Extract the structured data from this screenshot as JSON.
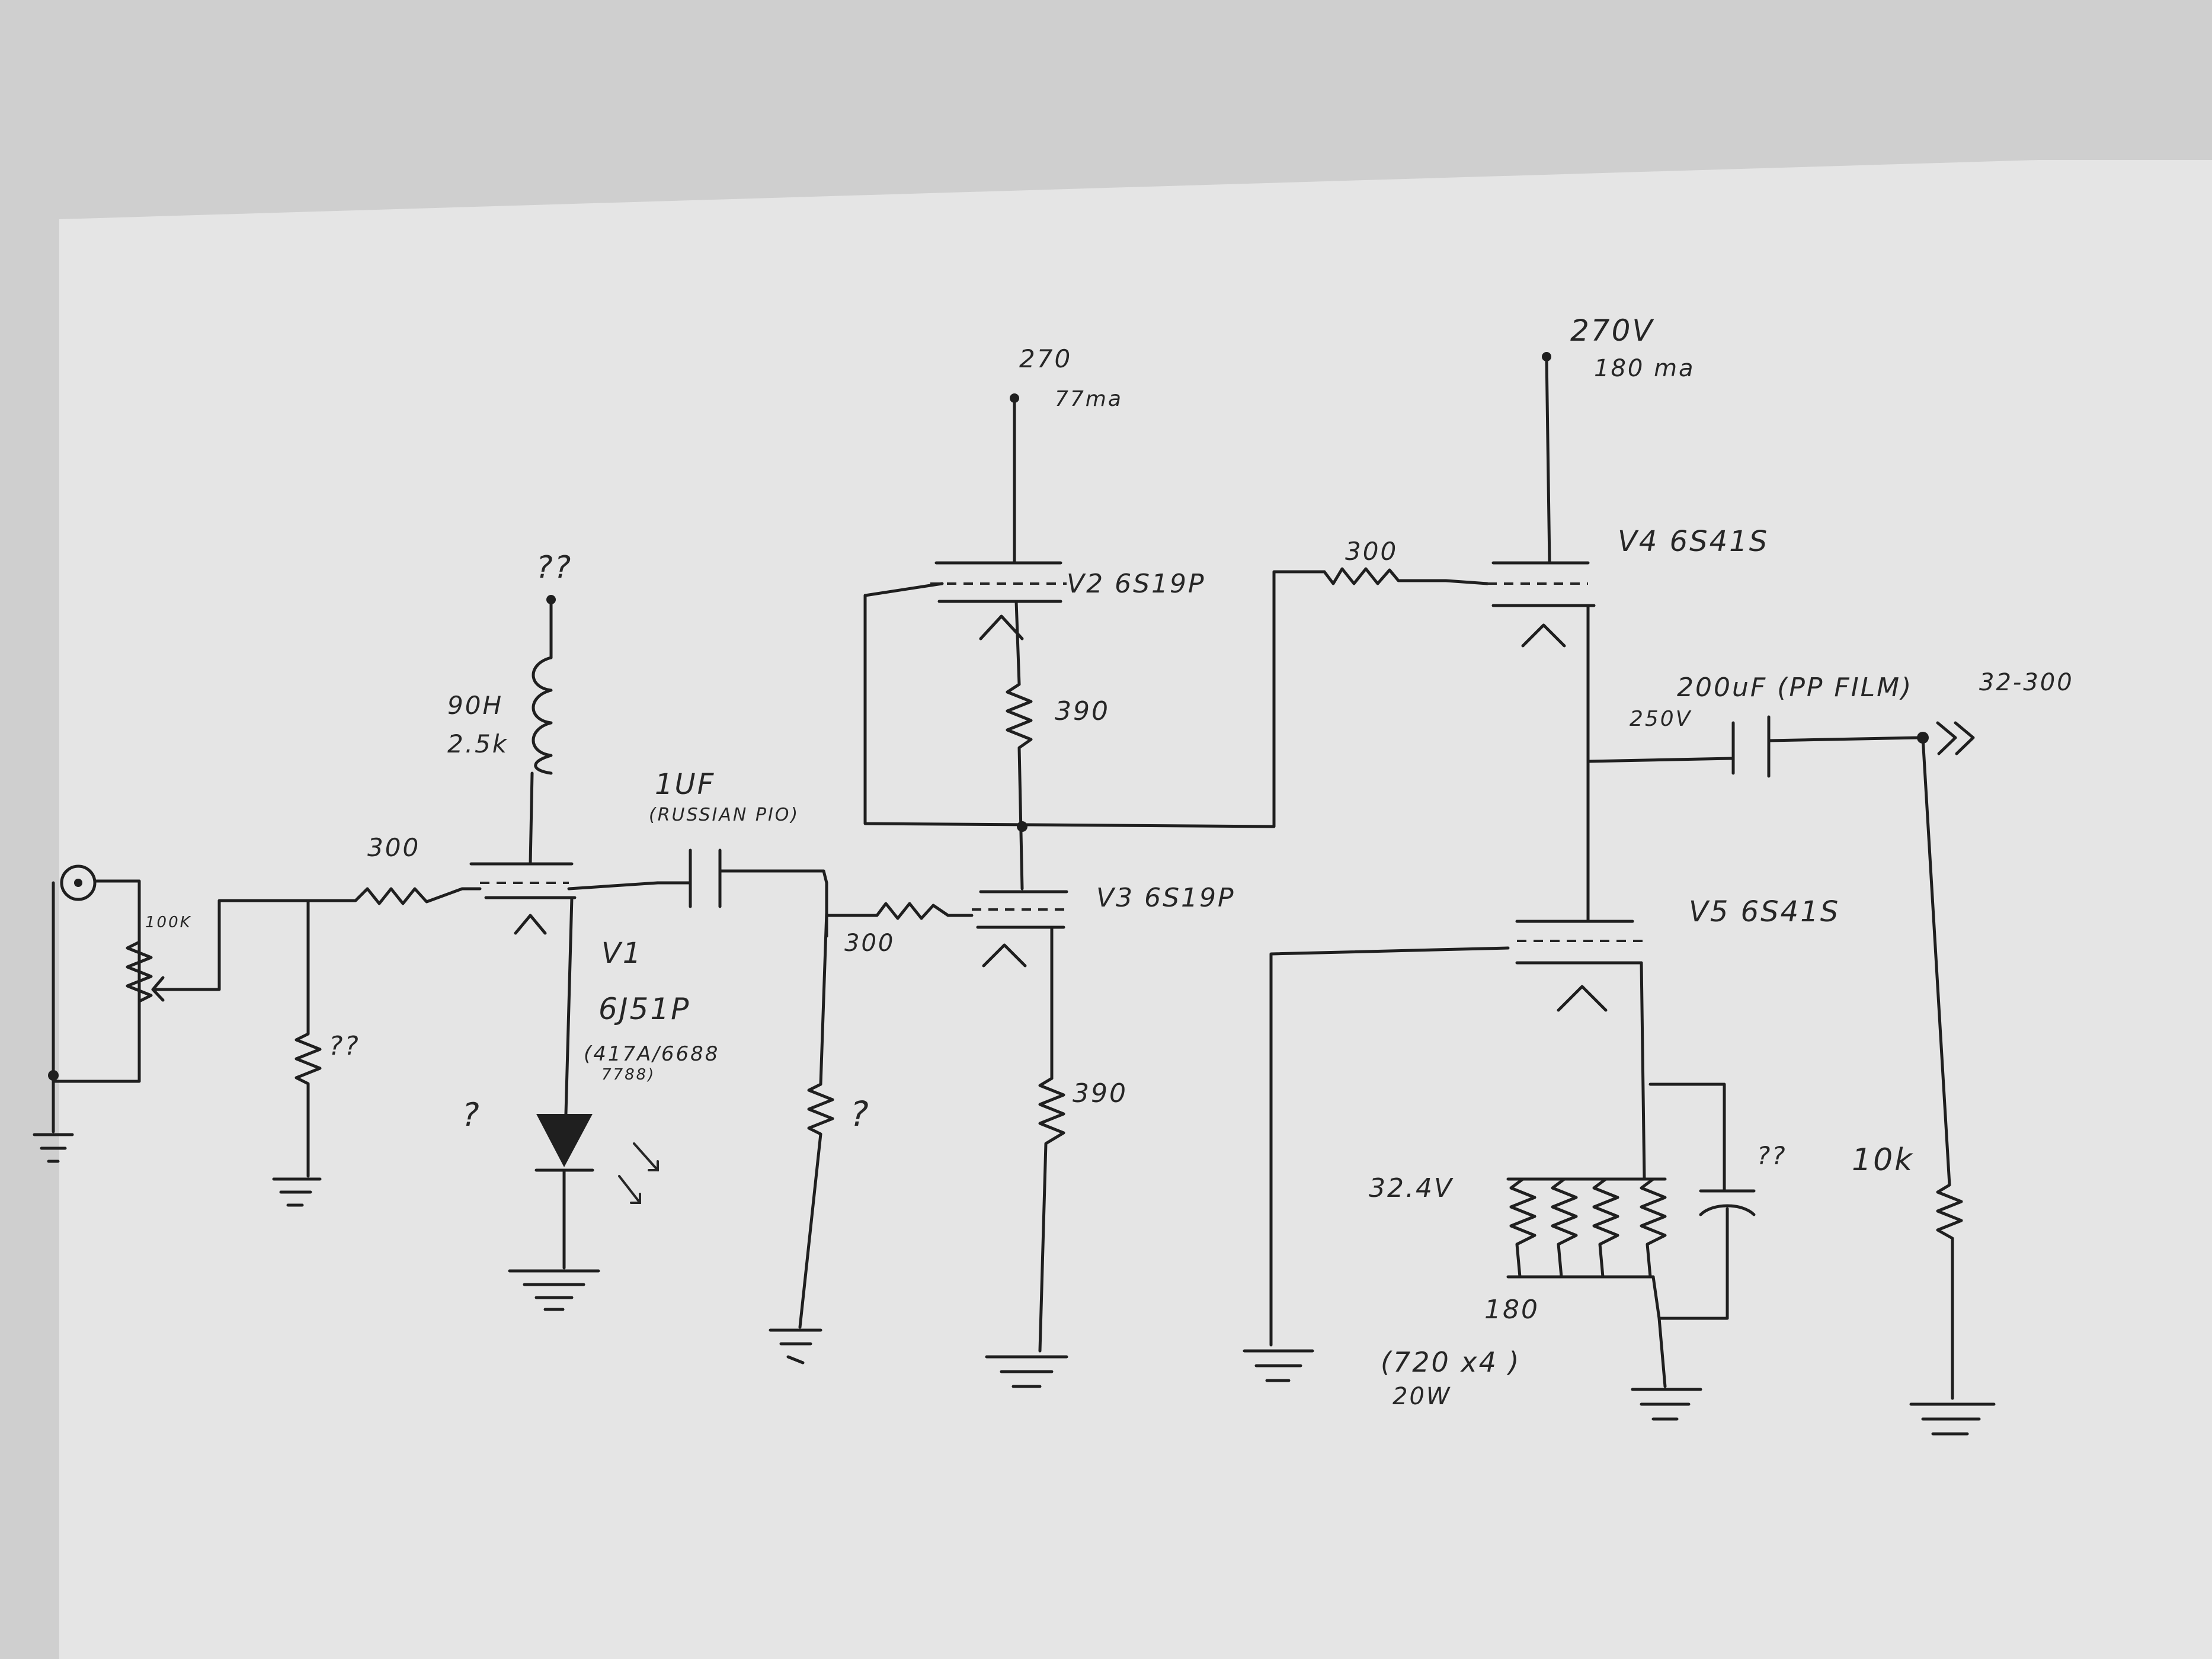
{
  "labels": {
    "v1_supply": "??",
    "choke_inductance": "90H",
    "choke_resistance": "2.5k",
    "input_series_resistor": "300",
    "volume_pot": "100K",
    "grid_resistor_unknown": "??",
    "coupling_cap_value": "1UF",
    "coupling_cap_type": "(RUSSIAN PIO)",
    "v1_label": "V1",
    "v1_tube": "6J51P",
    "v1_alt_tubes": "(417A/6688",
    "v1_alt_tubes_2": "7788)",
    "led_unknown": "?",
    "v3_grid_stopper": "300",
    "v3_grid_resistor_unknown": "?",
    "v2_supply_voltage": "270",
    "v2_supply_current": "77ma",
    "v2_tube": "V2 6S19P",
    "v2_cathode_resistor": "390",
    "v3_tube": "V3 6S19P",
    "v3_cathode_resistor": "390",
    "v4_grid_stopper": "300",
    "v4_supply_voltage": "270V",
    "v4_supply_current": "180 ma",
    "v4_tube": "V4 6S41S",
    "output_cap_value": "200uF (PP FILM)",
    "output_cap_voltage": "250V",
    "output_range": "32-300",
    "v5_tube": "V5 6S41S",
    "bias_voltage": "32.4V",
    "bypass_cap_unknown": "??",
    "load_resistor": "10k",
    "cathode_resistor": "180",
    "cathode_resistor_build": "(720 x4 )",
    "cathode_resistor_power": "20W"
  }
}
